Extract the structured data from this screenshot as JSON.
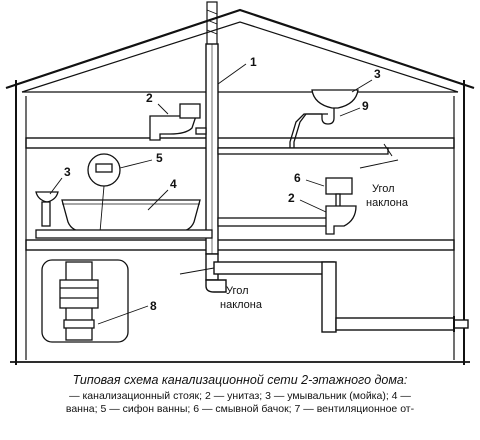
{
  "callouts": {
    "c1": "1",
    "c2_top": "2",
    "c3_top": "3",
    "c9": "9",
    "c3_left": "3",
    "c5": "5",
    "c4": "4",
    "c6": "6",
    "c2_mid": "2",
    "c8": "8"
  },
  "notes": {
    "slope_right_1": "Угол",
    "slope_right_2": "наклона",
    "slope_low_1": "Угол",
    "slope_low_2": "наклона"
  },
  "caption": {
    "title": "Типовая схема канализационной сети 2-этажного дома:",
    "legend_line1": "— канализационный стояк; 2 — унитаз; 3 — умывальник (мойка); 4 —",
    "legend_line2": "ванна; 5 — сифон ванны; 6 — смывной бачок; 7 — вентиляционное от-"
  }
}
